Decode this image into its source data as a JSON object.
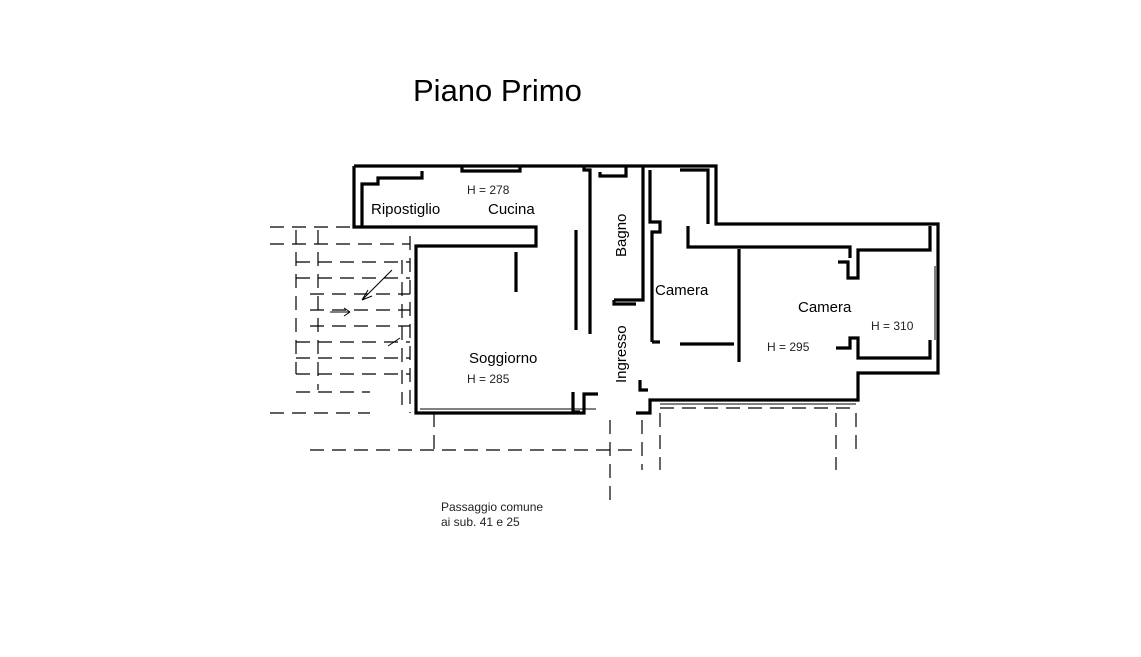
{
  "title": "Piano Primo",
  "rooms": {
    "ripostiglio": "Ripostiglio",
    "cucina": "Cucina",
    "bagno": "Bagno",
    "soggiorno": "Soggiorno",
    "ingresso": "Ingresso",
    "camera1": "Camera",
    "camera2": "Camera"
  },
  "heights": {
    "cucina": "H = 278",
    "soggiorno": "H = 285",
    "camera2": "H = 295",
    "bay": "H = 310"
  },
  "note": {
    "line1": "Passaggio comune",
    "line2": "ai sub. 41 e 25"
  }
}
